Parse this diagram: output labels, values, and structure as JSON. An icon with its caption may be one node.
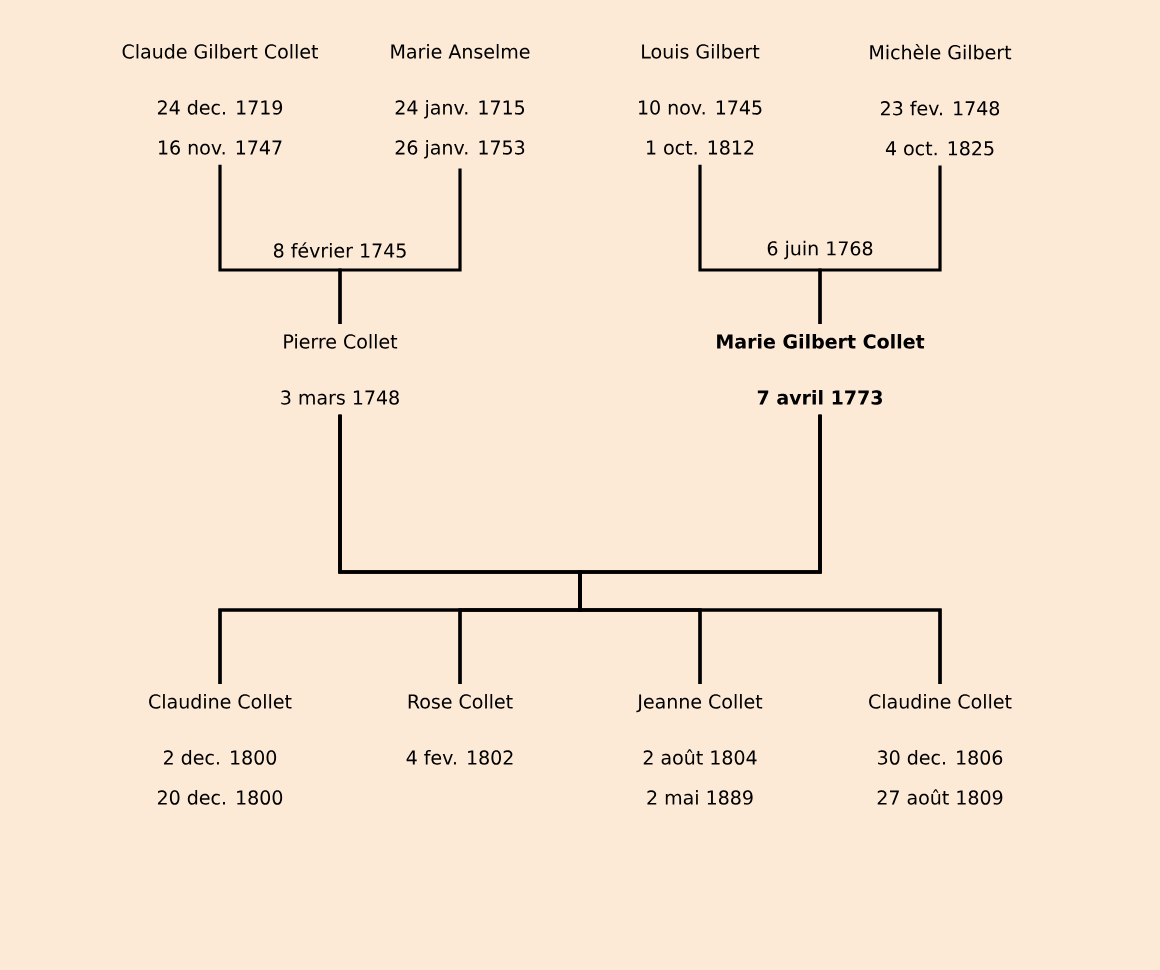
{
  "diagram": {
    "nodes": [
      {
        "text": [
          "Claude Gilbert Collet",
          "24 dec. 1719",
          "16 nov. 1747"
        ]
      },
      {
        "text": [
          "Marie Anselme",
          "24 janv. 1715",
          "26 janv. 1753"
        ]
      },
      {
        "text": [
          "Louis Gilbert",
          "10 nov. 1745",
          "1 oct. 1812"
        ]
      },
      {
        "text": [
          "Michèle Gilbert",
          "23 fev. 1748",
          "4 oct. 1825"
        ]
      },
      {
        "text": [
          "Pierre Collet",
          "3 mars 1748"
        ]
      },
      {
        "text": [
          "Marie Gilbert Collet",
          "7 avril 1773"
        ]
      },
      {
        "text": [
          "Claudine Collet",
          "2 dec. 1800",
          "20 dec. 1800"
        ]
      },
      {
        "text": [
          "Rose Collet",
          "4 fev. 1802"
        ]
      },
      {
        "text": [
          "Jeanne Collet",
          "2 août 1804",
          "2 mai 1889"
        ]
      },
      {
        "text": [
          "Claudine Collet",
          "30 dec. 1806",
          "27 août 1809"
        ]
      }
    ],
    "edges": [
      {
        "from": 0,
        "to": 4,
        "arrow": "none",
        "label": "8 février 1745"
      },
      {
        "from": 1,
        "to": 4,
        "arrow": "none"
      },
      {
        "from": 2,
        "to": 5,
        "arrow": "none",
        "label": "6 juin 1768"
      },
      {
        "from": 3,
        "to": 5,
        "arrow": "none"
      },
      {
        "from": 4,
        "to": 6,
        "arrow": "none"
      },
      {
        "from": 4,
        "to": 7,
        "arrow": "none"
      },
      {
        "from": 4,
        "to": 8,
        "arrow": "none"
      },
      {
        "from": 4,
        "to": 9,
        "arrow": "none"
      },
      {
        "from": 5,
        "to": 6,
        "arrow": "none"
      },
      {
        "from": 5,
        "to": 7,
        "arrow": "none"
      },
      {
        "from": 5,
        "to": 8,
        "arrow": "none"
      },
      {
        "from": 5,
        "to": 9,
        "arrow": "none"
      }
    ]
  }
}
